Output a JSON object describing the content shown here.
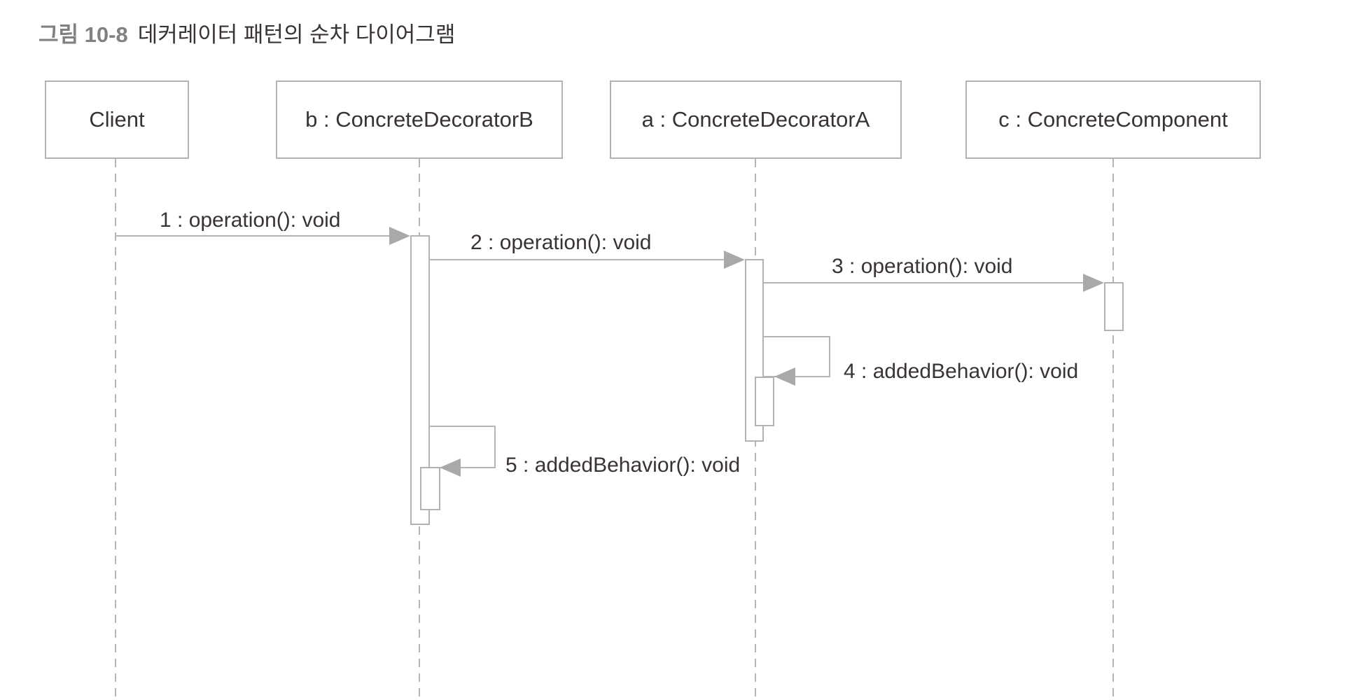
{
  "figure": {
    "label": "그림 10-8",
    "caption": "데커레이터 패턴의 순차 다이어그램"
  },
  "diagram": {
    "type": "uml-sequence",
    "lifelines": [
      {
        "name": "Client"
      },
      {
        "name": "b : ConcreteDecoratorB"
      },
      {
        "name": "a : ConcreteDecoratorA"
      },
      {
        "name": "c : ConcreteComponent"
      }
    ],
    "messages": [
      {
        "seq": "1",
        "label": "1 : operation(): void",
        "from": "Client",
        "to": "b : ConcreteDecoratorB",
        "kind": "call"
      },
      {
        "seq": "2",
        "label": "2 : operation(): void",
        "from": "b : ConcreteDecoratorB",
        "to": "a : ConcreteDecoratorA",
        "kind": "call"
      },
      {
        "seq": "3",
        "label": "3 : operation(): void",
        "from": "a : ConcreteDecoratorA",
        "to": "c : ConcreteComponent",
        "kind": "call"
      },
      {
        "seq": "4",
        "label": "4 : addedBehavior(): void",
        "from": "a : ConcreteDecoratorA",
        "to": "a : ConcreteDecoratorA",
        "kind": "self-call"
      },
      {
        "seq": "5",
        "label": "5 : addedBehavior(): void",
        "from": "b : ConcreteDecoratorB",
        "to": "b : ConcreteDecoratorB",
        "kind": "self-call"
      }
    ],
    "colors": {
      "line": "#b5b5b5",
      "box_border": "#b2b2b2",
      "arrowhead": "#a9a9a9",
      "text": "#3a3335",
      "figure_label": "#858080",
      "background": "#ffffff"
    }
  }
}
